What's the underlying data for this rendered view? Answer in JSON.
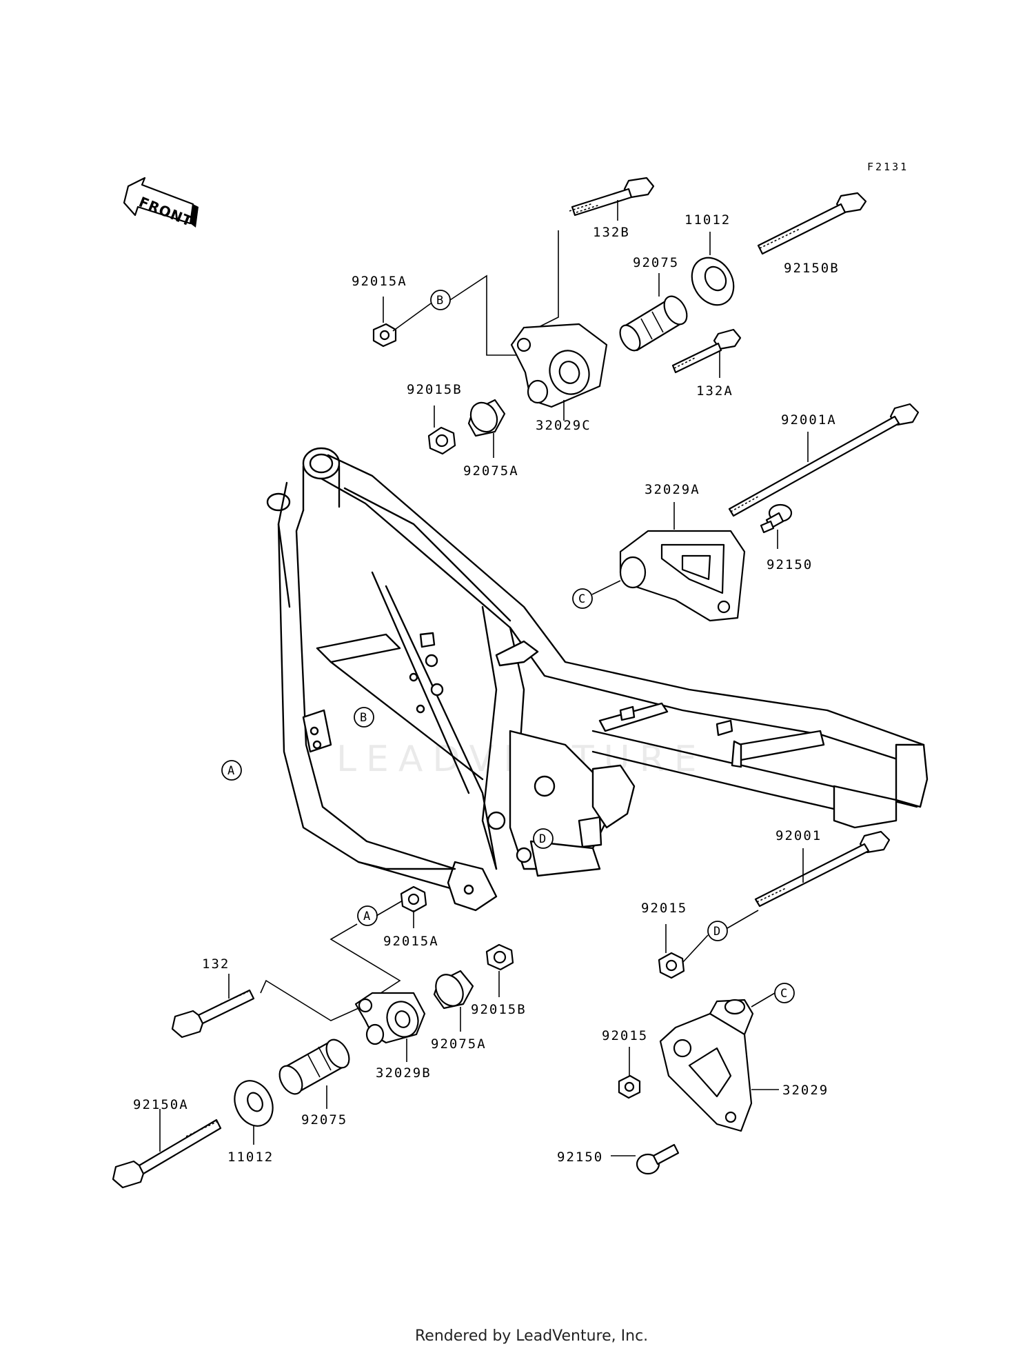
{
  "diagram_code": "F2131",
  "front_label": "FRONT",
  "watermark": "LEADVENTURE",
  "footer": "Rendered by LeadVenture, Inc.",
  "parts": {
    "p132B": "132B",
    "p11012_top": "11012",
    "p92150B": "92150B",
    "p92015A_top": "92015A",
    "p92075_top": "92075",
    "p132A": "132A",
    "p92015B_top": "92015B",
    "p32029C": "32029C",
    "p92075A_top": "92075A",
    "p92001A": "92001A",
    "p32029A": "32029A",
    "p92150_top": "92150",
    "p92001": "92001",
    "p92015_right": "92015",
    "p92015A_bottom": "92015A",
    "p132": "132",
    "p92015B_bottom": "92015B",
    "p92075A_bottom": "92075A",
    "p32029B": "32029B",
    "p92015_bottom": "92015",
    "p32029": "32029",
    "p92150A": "92150A",
    "p92075_bottom": "92075",
    "p11012_bottom": "11012",
    "p92150_bottom": "92150"
  },
  "callouts": {
    "A": "A",
    "B": "B",
    "C": "C",
    "D": "D"
  }
}
